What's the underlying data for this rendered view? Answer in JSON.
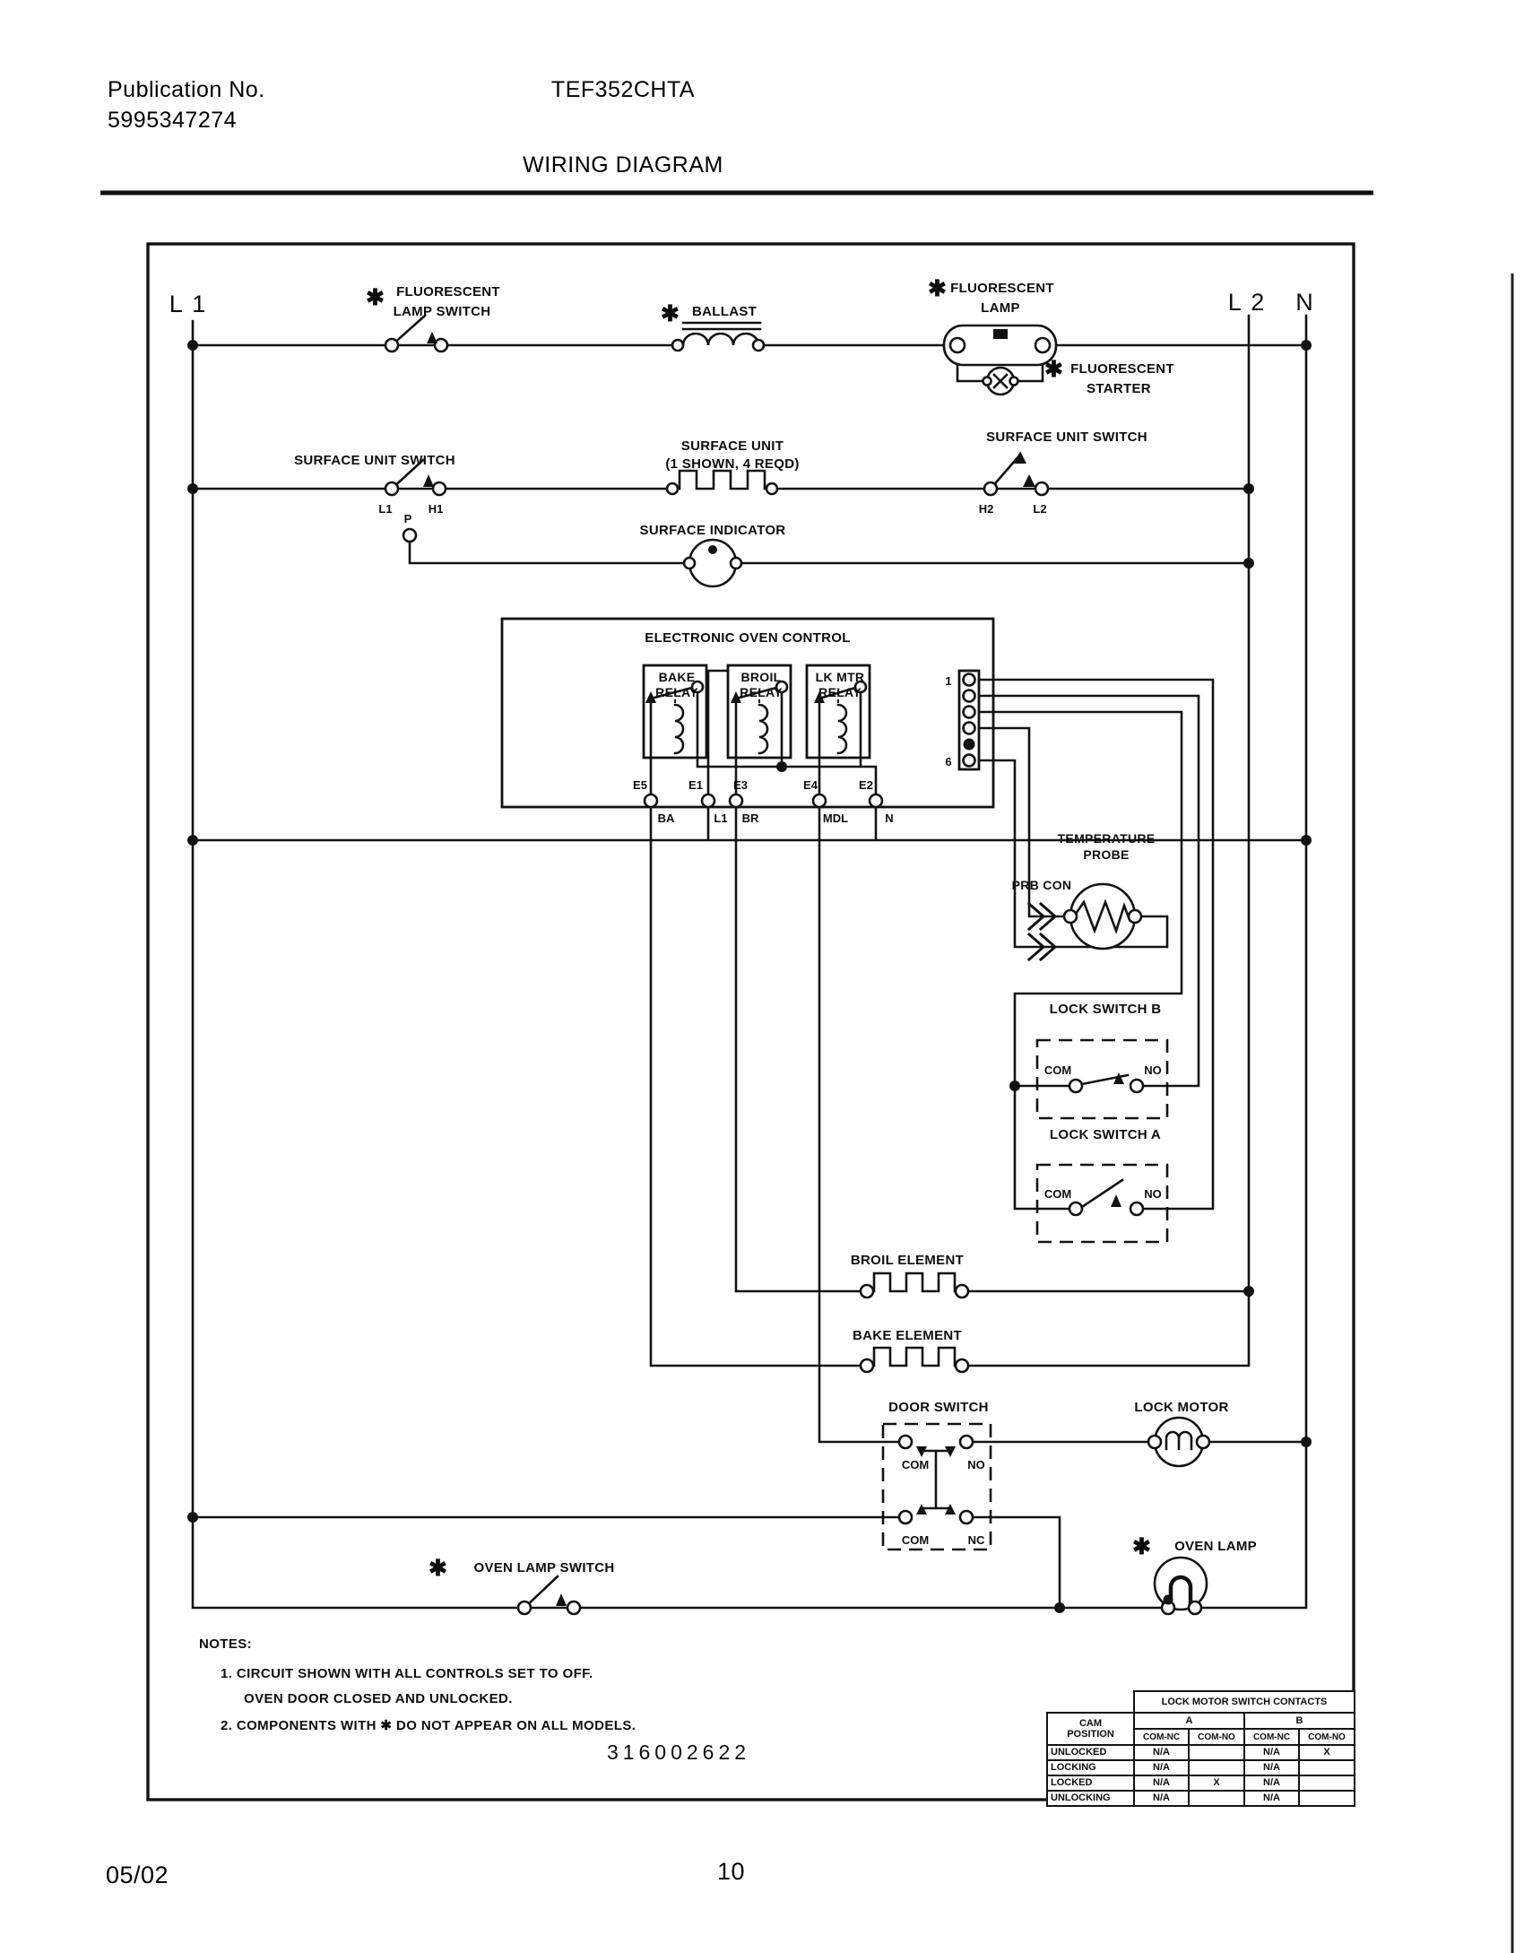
{
  "header": {
    "publication_label": "Publication No.",
    "publication_number": "5995347274",
    "model": "TEF352CHTA",
    "doc_title": "WIRING DIAGRAM"
  },
  "footer": {
    "date": "05/02",
    "page_number": "10"
  },
  "diagram": {
    "part_number": "316002622",
    "asterisk": "✱",
    "bus": {
      "l1": "L 1",
      "l2": "L 2",
      "n": "N"
    },
    "fluorescent_lamp_switch": {
      "line1": "FLUORESCENT",
      "line2": "LAMP SWITCH"
    },
    "ballast": {
      "label": "BALLAST"
    },
    "fluorescent_lamp": {
      "line1": "FLUORESCENT",
      "line2": "LAMP"
    },
    "fluorescent_starter": {
      "line1": "FLUORESCENT",
      "line2": "STARTER"
    },
    "surface_unit_switch_left": {
      "label": "SURFACE UNIT SWITCH",
      "t1": "L1",
      "t2": "P",
      "t3": "H1"
    },
    "surface_unit": {
      "line1": "SURFACE UNIT",
      "line2": "(1 SHOWN, 4 REQD)"
    },
    "surface_unit_switch_right": {
      "label": "SURFACE UNIT SWITCH",
      "t1": "H2",
      "t2": "L2"
    },
    "surface_indicator": {
      "label": "SURFACE INDICATOR"
    },
    "electronic_oven_control": {
      "title": "ELECTRONIC OVEN CONTROL",
      "bake_relay": {
        "line1": "BAKE",
        "line2": "RELAY"
      },
      "broil_relay": {
        "line1": "BROIL",
        "line2": "RELAY"
      },
      "lock_motor_relay": {
        "line1": "LK MTR",
        "line2": "RELAY"
      },
      "connector": {
        "pin_top": "1",
        "pin_bottom": "6"
      },
      "terminals": {
        "e5": "E5",
        "e1": "E1",
        "e3": "E3",
        "e4": "E4",
        "e2": "E2",
        "ba": "BA",
        "l1": "L1",
        "br": "BR",
        "mdl": "MDL",
        "n": "N"
      }
    },
    "temperature_probe": {
      "line1": "TEMPERATURE",
      "line2": "PROBE",
      "connector": "PRB CON"
    },
    "lock_switch_b": {
      "label": "LOCK SWITCH B",
      "com": "COM",
      "no": "NO"
    },
    "lock_switch_a": {
      "label": "LOCK SWITCH A",
      "com": "COM",
      "no": "NO"
    },
    "broil_element": {
      "label": "BROIL ELEMENT"
    },
    "bake_element": {
      "label": "BAKE ELEMENT"
    },
    "door_switch": {
      "label": "DOOR SWITCH",
      "com1": "COM",
      "no": "NO",
      "com2": "COM",
      "nc": "NC"
    },
    "lock_motor": {
      "label": "LOCK MOTOR"
    },
    "oven_lamp_switch": {
      "label": "OVEN LAMP SWITCH"
    },
    "oven_lamp": {
      "label": "OVEN LAMP"
    }
  },
  "notes": {
    "heading": "NOTES:",
    "note1_line1": "1. CIRCUIT SHOWN WITH ALL CONTROLS SET TO OFF.",
    "note1_line2": "OVEN DOOR CLOSED AND UNLOCKED.",
    "note2": "2. COMPONENTS WITH ✱ DO NOT APPEAR ON ALL MODELS."
  },
  "contacts_table": {
    "title": "LOCK MOTOR SWITCH CONTACTS",
    "row_header_line1": "CAM",
    "row_header_line2": "POSITION",
    "group_a": "A",
    "group_b": "B",
    "sub_headers": [
      "COM-NC",
      "COM-NO",
      "COM-NC",
      "COM-NO"
    ],
    "rows": [
      {
        "position": "UNLOCKED",
        "cells": [
          "N/A",
          "",
          "N/A",
          "X"
        ]
      },
      {
        "position": "LOCKING",
        "cells": [
          "N/A",
          "",
          "N/A",
          ""
        ]
      },
      {
        "position": "LOCKED",
        "cells": [
          "N/A",
          "X",
          "N/A",
          ""
        ]
      },
      {
        "position": "UNLOCKING",
        "cells": [
          "N/A",
          "",
          "N/A",
          ""
        ]
      }
    ]
  }
}
